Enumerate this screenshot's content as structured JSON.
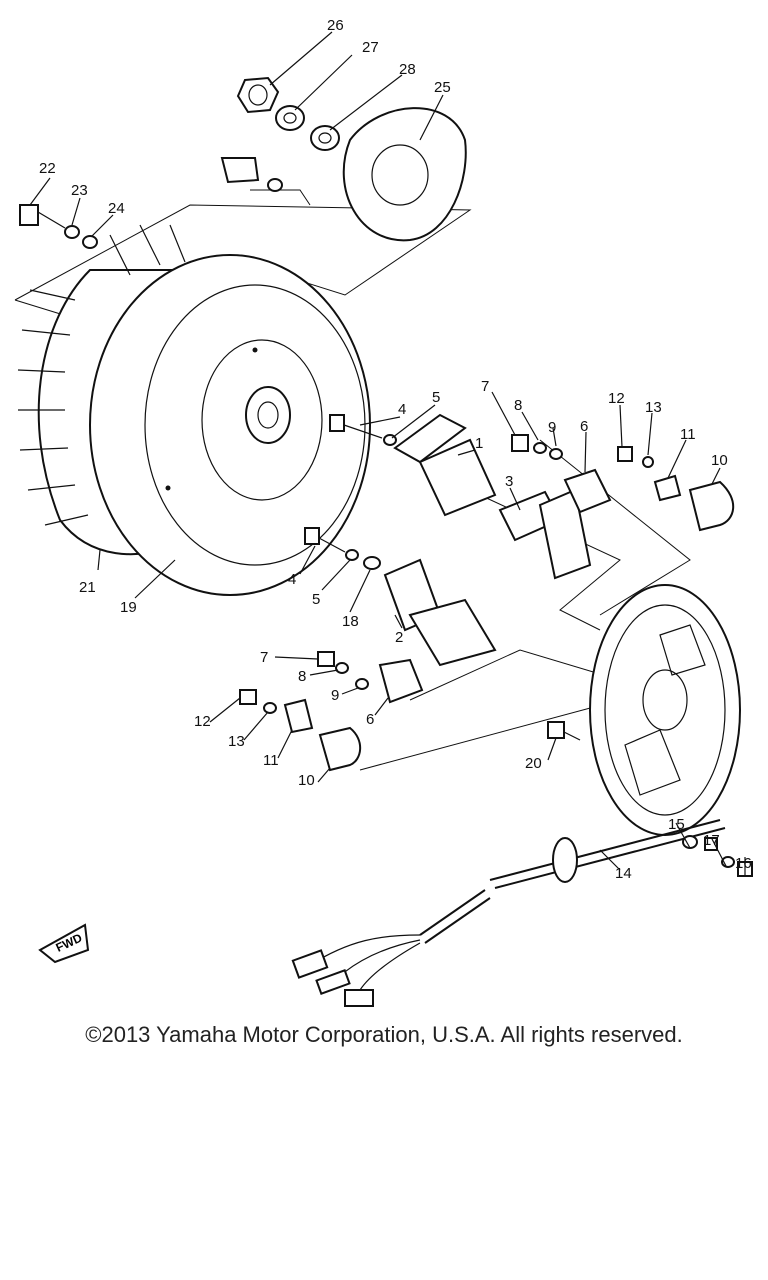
{
  "diagram": {
    "callouts": [
      "26",
      "27",
      "28",
      "25",
      "22",
      "23",
      "24",
      "7",
      "8",
      "9",
      "6",
      "12",
      "13",
      "11",
      "10",
      "4",
      "5",
      "1",
      "3",
      "4",
      "5",
      "18",
      "2",
      "21",
      "19",
      "7",
      "8",
      "9",
      "6",
      "12",
      "13",
      "11",
      "10",
      "20",
      "15",
      "17",
      "16",
      "14"
    ],
    "fwd_label": "FWD"
  },
  "footer": {
    "copyright": "©2013 Yamaha Motor Corporation, U.S.A. All rights reserved."
  }
}
